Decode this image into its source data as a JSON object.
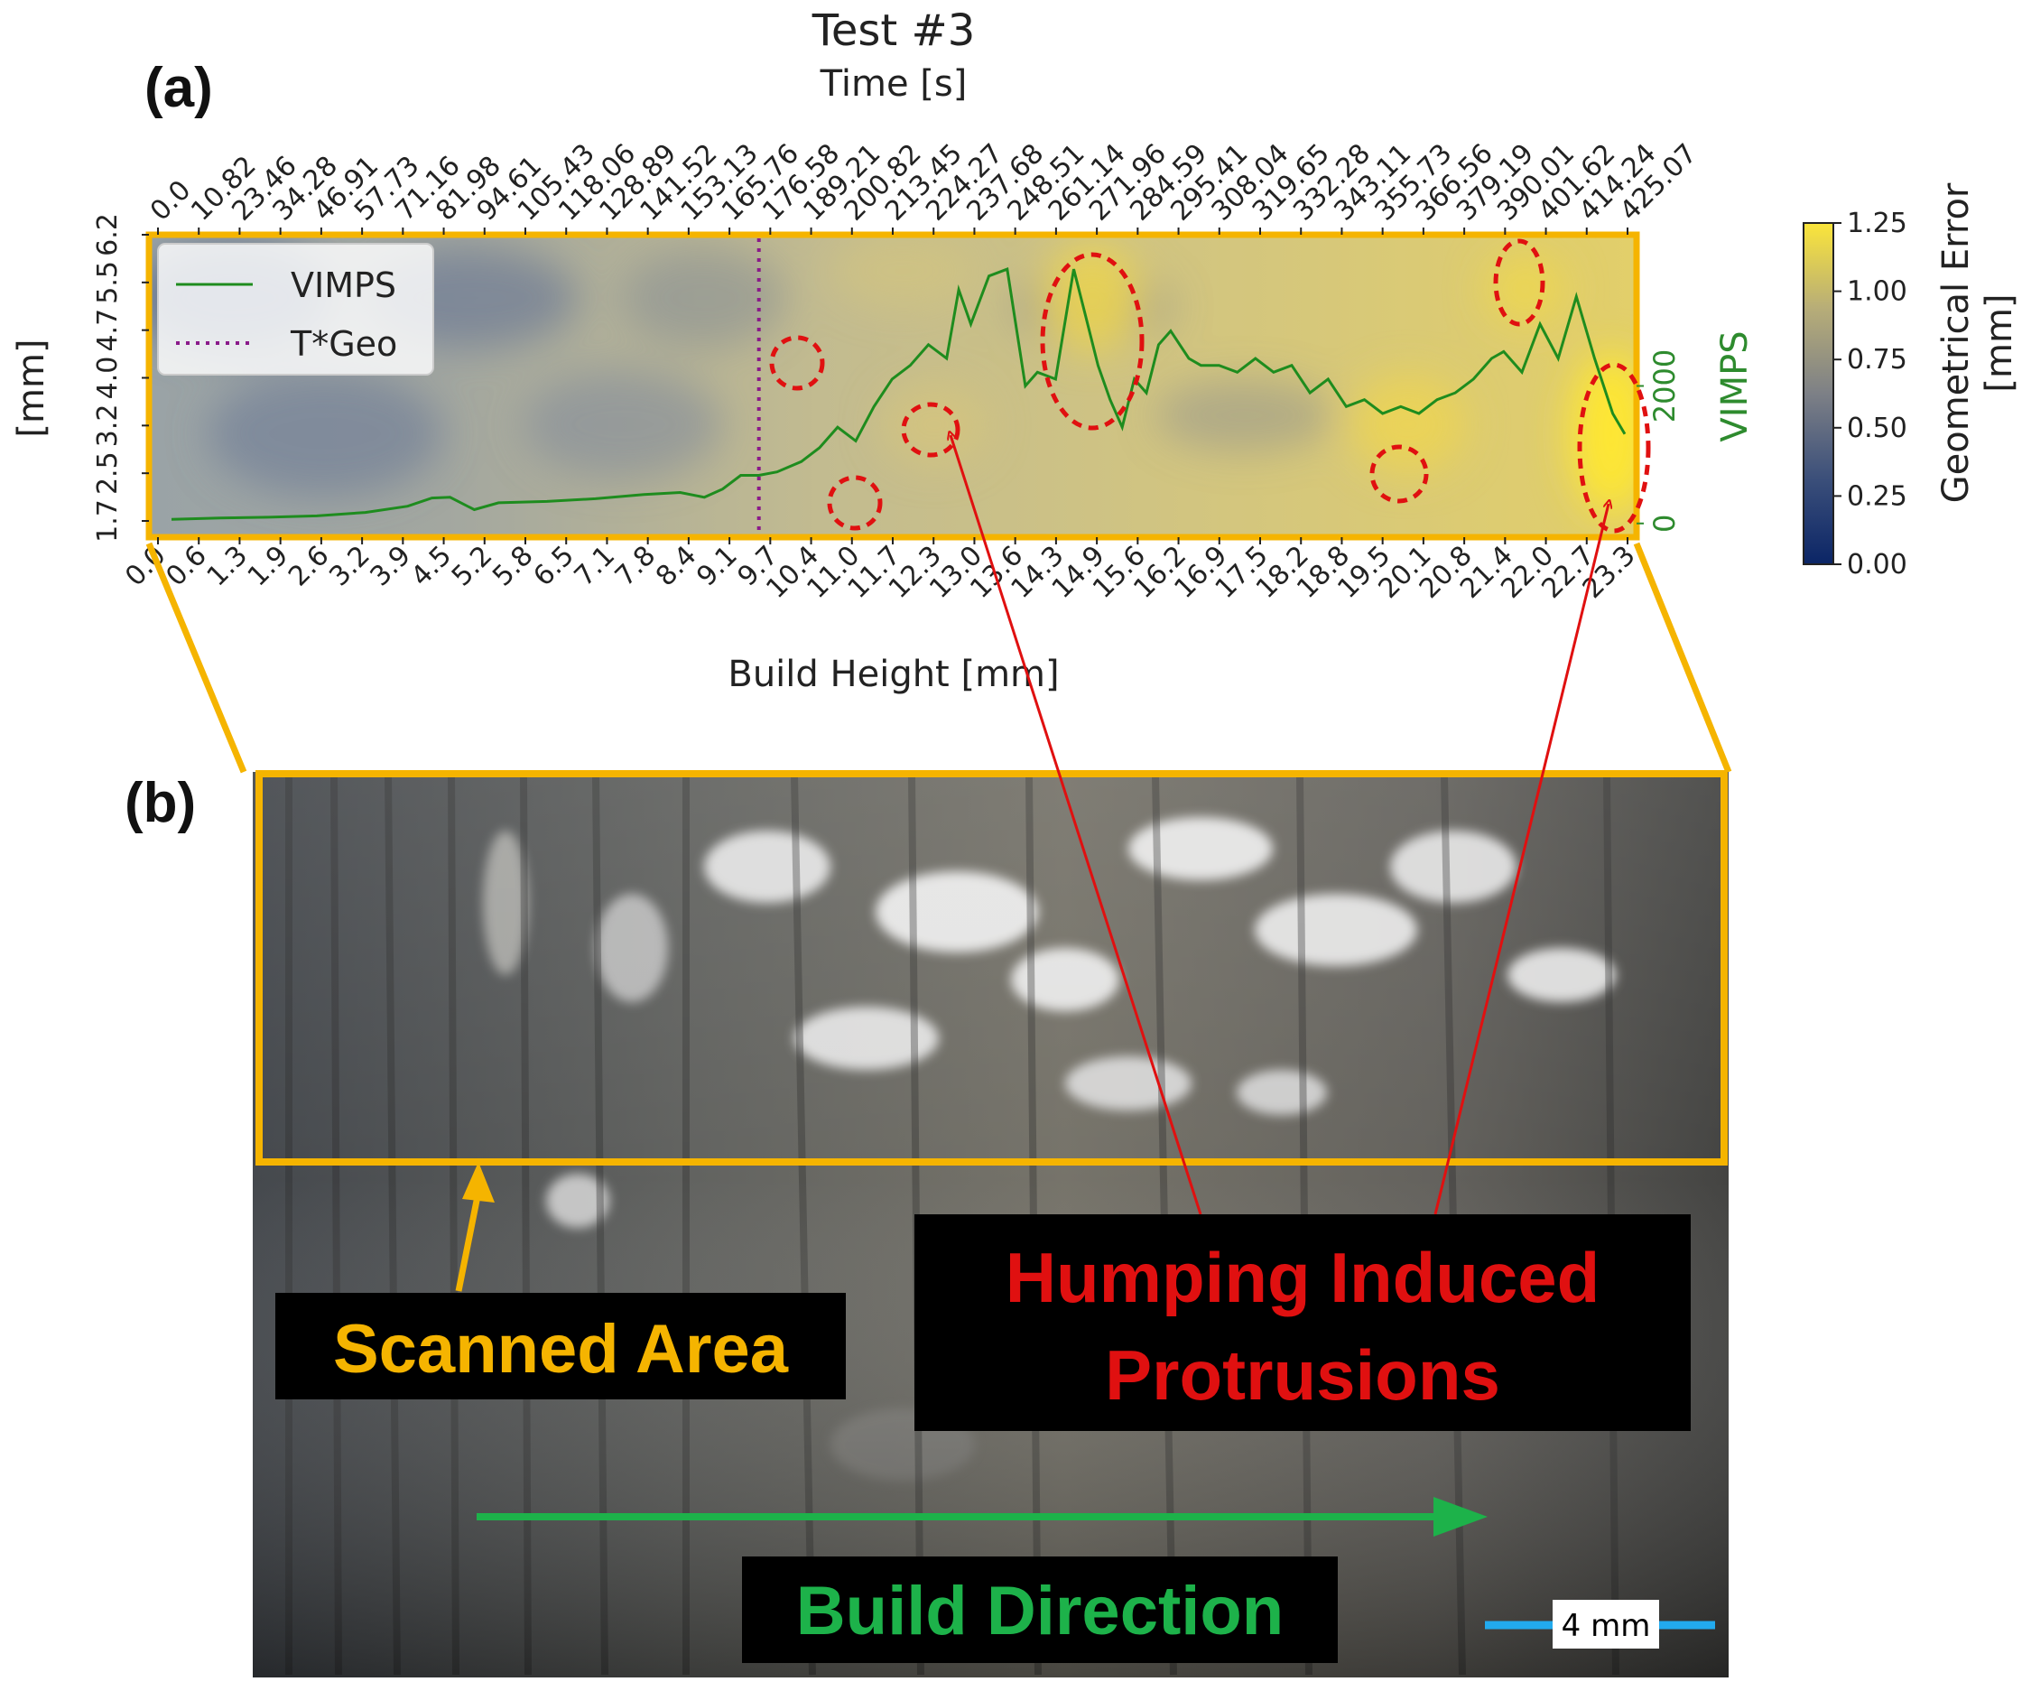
{
  "figure": {
    "label_a": "(a)",
    "label_b": "(b)"
  },
  "chart_data": {
    "type": "line",
    "title": "Test #3",
    "top_xlabel": "Time [s]",
    "xlabel": "Build Height [mm]",
    "ylabel_left": "[mm]",
    "ylabel_right": "VIMPS",
    "colorbar_label": "Geometrical Error [mm]",
    "colorbar_ticks": [
      "0.00",
      "0.25",
      "0.50",
      "0.75",
      "1.00",
      "1.25"
    ],
    "colorbar_range": [
      0,
      1.25
    ],
    "time_ticks": [
      "0.0",
      "10.82",
      "23.46",
      "34.28",
      "46.91",
      "57.73",
      "71.16",
      "81.98",
      "94.61",
      "105.43",
      "118.06",
      "128.89",
      "141.52",
      "153.13",
      "165.76",
      "176.58",
      "189.21",
      "200.82",
      "213.45",
      "224.27",
      "237.68",
      "248.51",
      "261.14",
      "271.96",
      "284.59",
      "295.41",
      "308.04",
      "319.65",
      "332.28",
      "343.11",
      "355.73",
      "366.56",
      "379.19",
      "390.01",
      "401.62",
      "414.24",
      "425.07"
    ],
    "height_ticks": [
      "0.0",
      "0.6",
      "1.3",
      "1.9",
      "2.6",
      "3.2",
      "3.9",
      "4.5",
      "5.2",
      "5.8",
      "6.5",
      "7.1",
      "7.8",
      "8.4",
      "9.1",
      "9.7",
      "10.4",
      "11.0",
      "11.7",
      "12.3",
      "13.0",
      "13.6",
      "14.3",
      "14.9",
      "15.6",
      "16.2",
      "16.9",
      "17.5",
      "18.2",
      "18.8",
      "19.5",
      "20.1",
      "20.8",
      "21.4",
      "22.0",
      "22.7",
      "23.3"
    ],
    "left_ticks": [
      "1.7",
      "2.5",
      "3.2",
      "4.0",
      "4.7",
      "5.5",
      "6.2"
    ],
    "right_ticks": [
      "0",
      "2000"
    ],
    "xlim": [
      0,
      24.0
    ],
    "vimps_ylim": [
      -200,
      4200
    ],
    "legend_position": "upper-left",
    "t_geo_height": 9.7,
    "series": [
      {
        "name": "VIMPS",
        "color": "#1e8c1e",
        "x": [
          0.0,
          0.8,
          1.6,
          2.4,
          3.2,
          3.9,
          4.3,
          4.6,
          5.0,
          5.4,
          6.2,
          7.0,
          7.8,
          8.4,
          8.8,
          9.1,
          9.4,
          9.7,
          10.0,
          10.4,
          10.7,
          11.0,
          11.3,
          11.6,
          11.9,
          12.2,
          12.5,
          12.8,
          13.0,
          13.2,
          13.5,
          13.8,
          14.1,
          14.3,
          14.6,
          14.9,
          15.1,
          15.3,
          15.5,
          15.7,
          15.9,
          16.1,
          16.3,
          16.5,
          16.8,
          17.0,
          17.3,
          17.6,
          17.9,
          18.2,
          18.5,
          18.8,
          19.1,
          19.4,
          19.7,
          20.0,
          20.3,
          20.6,
          20.9,
          21.2,
          21.5,
          21.8,
          22.0,
          22.3,
          22.6,
          22.9,
          23.2,
          23.5,
          23.8,
          24.0
        ],
        "y": [
          60,
          80,
          90,
          110,
          160,
          250,
          370,
          380,
          200,
          300,
          320,
          360,
          420,
          450,
          380,
          500,
          700,
          700,
          750,
          900,
          1100,
          1400,
          1200,
          1700,
          2100,
          2300,
          2600,
          2400,
          3400,
          2900,
          3600,
          3700,
          2000,
          2200,
          2100,
          3700,
          3000,
          2300,
          1800,
          1400,
          2100,
          1900,
          2600,
          2800,
          2400,
          2300,
          2300,
          2200,
          2400,
          2200,
          2300,
          1900,
          2100,
          1700,
          1800,
          1600,
          1700,
          1600,
          1800,
          1900,
          2100,
          2400,
          2500,
          2200,
          2900,
          2400,
          3300,
          2400,
          1600,
          1300
        ],
        "samples": 70
      },
      {
        "name": "T*Geo",
        "color": "#8a1a8a",
        "x": [
          9.7,
          9.7
        ],
        "y": [
          -200,
          4200
        ]
      }
    ]
  },
  "photo": {
    "scanned_area_label": "Scanned Area",
    "humping_label_line1": "Humping Induced",
    "humping_label_line2": "Protrusions",
    "build_direction_label": "Build Direction",
    "scale_bar_label": "4 mm"
  },
  "colors": {
    "frame_orange": "#f5b400",
    "callout_red": "#e01010",
    "direction_green": "#1db24a",
    "scale_blue": "#22aaee"
  }
}
